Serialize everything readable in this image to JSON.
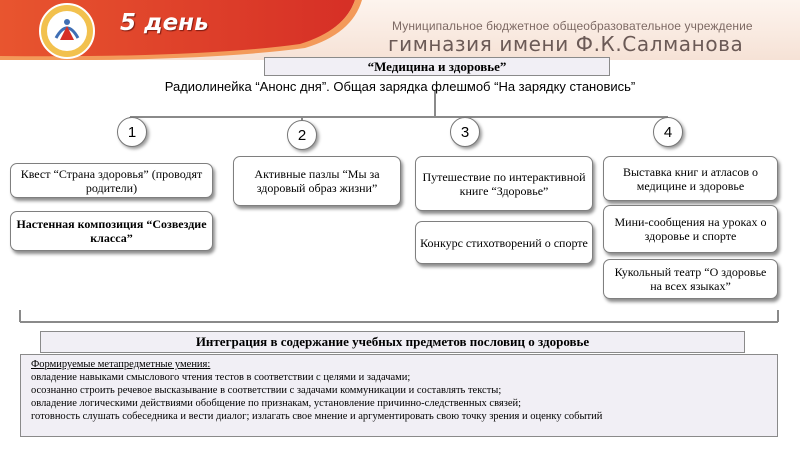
{
  "header": {
    "day": "5 день",
    "institution_line1": "Муниципальное бюджетное общеобразовательное учреждение",
    "institution_line2": "гимназия имени Ф.К.Салманова"
  },
  "title": "“Медицина и здоровье”",
  "subtitle": "Радиолинейка “Анонс дня”. Общая зарядка флешмоб “На зарядку становись”",
  "columns": [
    {
      "number": "1",
      "items": [
        "Квест “Страна здоровья” (проводят родители)",
        "Настенная композиция “Созвездие класса”"
      ]
    },
    {
      "number": "2",
      "items": [
        "Активные пазлы “Мы за здоровый образ жизни”"
      ]
    },
    {
      "number": "3",
      "items": [
        "Путешествие по интерактивной книге “Здоровье”",
        "Конкурс стихотворений о спорте"
      ]
    },
    {
      "number": "4",
      "items": [
        "Выставка книг и атласов о медицине и здоровье",
        "Мини-сообщения на уроках о здоровье и спорте",
        "Кукольный театр “О здоровье на всех языках”"
      ]
    }
  ],
  "integration": "Интеграция в содержание учебных предметов пословиц о здоровье",
  "skills": {
    "heading": "Формируемые метапредметные умения:",
    "lines": [
      "овладение навыками смыслового чтения тестов в соответствии с целями  и задачами;",
      "осознанно строить речевое высказывание в соответствии с задачами коммуникации и составлять тексты;",
      "овладение логическими действиями обобщение по признакам, установление причинно-следственных связей;",
      "готовность слушать собеседника и вести диалог; излагать свое мнение и аргументировать свою точку зрения и оценку событий"
    ]
  },
  "colors": {
    "banner_red": "#d9342a",
    "banner_orange": "#ec7a3a",
    "line_gray": "#8a8a8a"
  }
}
